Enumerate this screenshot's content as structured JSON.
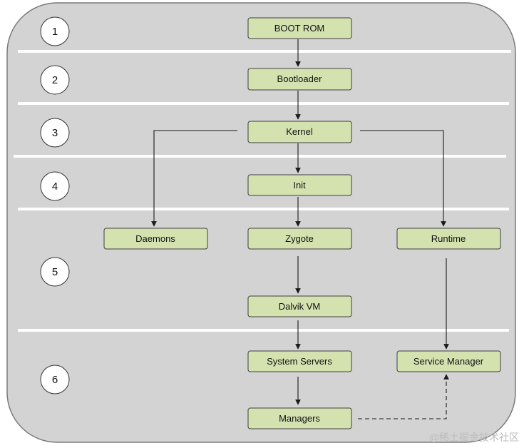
{
  "diagram": {
    "steps": [
      "1",
      "2",
      "3",
      "4",
      "5",
      "6"
    ],
    "boxes": {
      "boot_rom": "BOOT ROM",
      "bootloader": "Bootloader",
      "kernel": "Kernel",
      "init": "Init",
      "daemons": "Daemons",
      "zygote": "Zygote",
      "runtime": "Runtime",
      "dalvik_vm": "Dalvik VM",
      "system_servers": "System Servers",
      "service_manager": "Service Manager",
      "managers": "Managers"
    },
    "colors": {
      "panel_fill": "#d3d3d3",
      "box_fill": "#d4e2b0",
      "divider": "#ffffff"
    }
  },
  "watermark": "@稀土掘金技术社区"
}
